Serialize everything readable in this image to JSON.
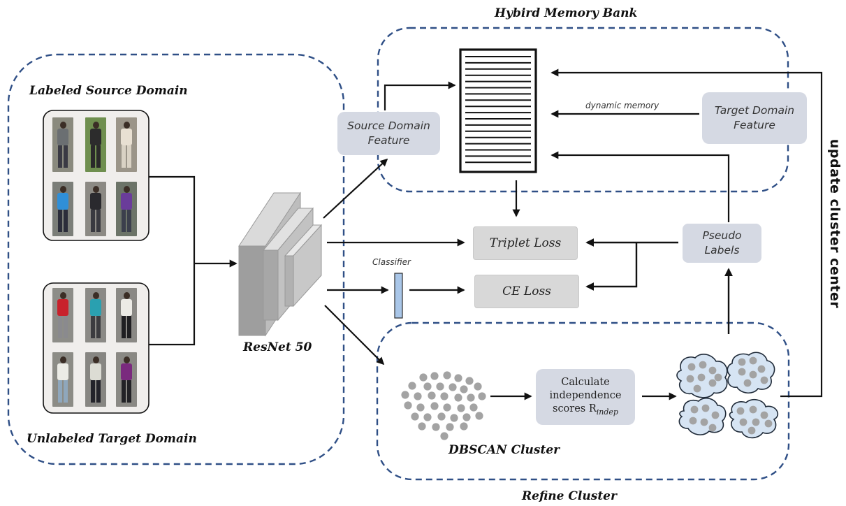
{
  "source_domain": {
    "title": "Labeled Source Domain",
    "people": [
      {
        "bg": "#8a8a7e",
        "top": "#6b6f72",
        "legs": "#3a3a44"
      },
      {
        "bg": "#6f8f4f",
        "top": "#2c2c2c",
        "legs": "#2a2a2a"
      },
      {
        "bg": "#9b9589",
        "top": "#e8e0d2",
        "legs": "#d9d2c4"
      },
      {
        "bg": "#7b7e78",
        "top": "#2f8fd8",
        "legs": "#2b2d3a"
      },
      {
        "bg": "#8c8a84",
        "top": "#2a2a2e",
        "legs": "#3a3a40"
      },
      {
        "bg": "#6c7468",
        "top": "#6a3c9a",
        "legs": "#3b3f4c"
      }
    ]
  },
  "target_domain": {
    "title": "Unlabeled Target Domain",
    "people": [
      {
        "bg": "#8d8d88",
        "top": "#c8222c",
        "legs": "#8a8a8e"
      },
      {
        "bg": "#8b8a86",
        "top": "#2aa0b0",
        "legs": "#3c3c40"
      },
      {
        "bg": "#8a8985",
        "top": "#ecebe6",
        "legs": "#1f1f22"
      },
      {
        "bg": "#8c8c86",
        "top": "#ecece6",
        "legs": "#8fa7bc"
      },
      {
        "bg": "#878682",
        "top": "#dcdcd4",
        "legs": "#23232a"
      },
      {
        "bg": "#8a8984",
        "top": "#7a2a7e",
        "legs": "#222226"
      }
    ]
  },
  "backbone": {
    "label": "ResNet 50"
  },
  "memory_bank": {
    "title": "Hybird Memory Bank",
    "dynamic_label": "dynamic memory"
  },
  "boxes": {
    "source_feature": [
      "Source Domain",
      "Feature"
    ],
    "target_feature": [
      "Target Domain",
      "Feature"
    ],
    "pseudo_labels": [
      "Pseudo",
      "Labels"
    ],
    "calculate": [
      "Calculate",
      "independence",
      "scores R"
    ],
    "calculate_sub": "indep"
  },
  "losses": {
    "triplet": "Triplet Loss",
    "ce": "CE Loss"
  },
  "classifier": {
    "label": "Classifier"
  },
  "refine": {
    "title": "Refine Cluster",
    "dbscan_label": "DBSCAN  Cluster"
  },
  "side_label": "update  cluster center",
  "colors": {
    "dash_border": "#2f4f86",
    "box_fill": "#d5d9e3",
    "classifier_fill": "#a9c6e8",
    "dot": "#a3a3a3",
    "cluster_fill": "#d6e4f3"
  }
}
